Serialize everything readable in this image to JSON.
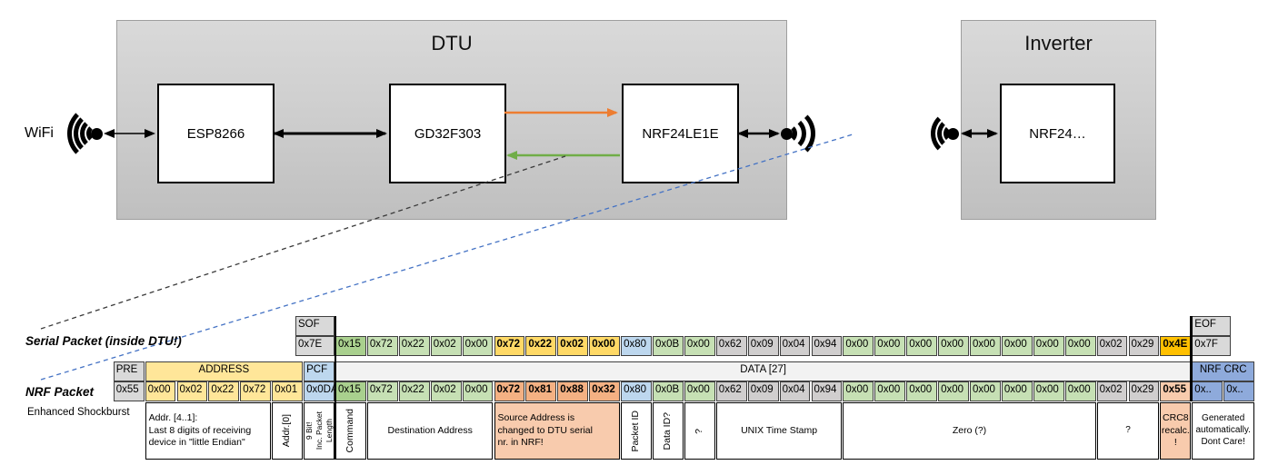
{
  "diagram": {
    "wifi_label": "WiFi",
    "dtu_title": "DTU",
    "inverter_title": "Inverter",
    "chips": {
      "esp": "ESP8266",
      "gd": "GD32F303",
      "nrf_dtu": "NRF24LE1E",
      "nrf_inv": "NRF24…"
    }
  },
  "serial_packet": {
    "label": "Serial Packet (inside DTU!)",
    "sof_header": "SOF",
    "sof": "0x7E",
    "eof_header": "EOF",
    "eof": "0x7F",
    "bytes": [
      {
        "v": "0x15",
        "s": "green_dark"
      },
      {
        "v": "0x72",
        "s": "green"
      },
      {
        "v": "0x22",
        "s": "green"
      },
      {
        "v": "0x02",
        "s": "green"
      },
      {
        "v": "0x00",
        "s": "green"
      },
      {
        "v": "0x72",
        "s": "gold",
        "b": true
      },
      {
        "v": "0x22",
        "s": "gold",
        "b": true
      },
      {
        "v": "0x02",
        "s": "gold",
        "b": true
      },
      {
        "v": "0x00",
        "s": "gold",
        "b": true
      },
      {
        "v": "0x80",
        "s": "blue_light"
      },
      {
        "v": "0x0B",
        "s": "green"
      },
      {
        "v": "0x00",
        "s": "green"
      },
      {
        "v": "0x62",
        "s": "gray_mid"
      },
      {
        "v": "0x09",
        "s": "gray_mid"
      },
      {
        "v": "0x04",
        "s": "gray_mid"
      },
      {
        "v": "0x94",
        "s": "gray_mid"
      },
      {
        "v": "0x00",
        "s": "green"
      },
      {
        "v": "0x00",
        "s": "green"
      },
      {
        "v": "0x00",
        "s": "green"
      },
      {
        "v": "0x00",
        "s": "green"
      },
      {
        "v": "0x00",
        "s": "green"
      },
      {
        "v": "0x00",
        "s": "green"
      },
      {
        "v": "0x00",
        "s": "green"
      },
      {
        "v": "0x00",
        "s": "green"
      },
      {
        "v": "0x02",
        "s": "gray_mid"
      },
      {
        "v": "0x29",
        "s": "gray_mid"
      },
      {
        "v": "0x4E",
        "s": "gold_strong",
        "b": true
      }
    ]
  },
  "nrf_packet": {
    "label": "NRF Packet",
    "sublabel": "Enhanced Shockburst",
    "pre_header": "PRE",
    "pre": "0x55",
    "address_header": "ADDRESS",
    "address": [
      "0x00",
      "0x02",
      "0x22",
      "0x72",
      "0x01"
    ],
    "pcf_header": "PCF",
    "pcf": "0x0DA",
    "data_header": "DATA [27]",
    "bytes": [
      {
        "v": "0x15",
        "s": "green_dark"
      },
      {
        "v": "0x72",
        "s": "green"
      },
      {
        "v": "0x22",
        "s": "green"
      },
      {
        "v": "0x02",
        "s": "green"
      },
      {
        "v": "0x00",
        "s": "green"
      },
      {
        "v": "0x72",
        "s": "salmon",
        "b": true
      },
      {
        "v": "0x81",
        "s": "salmon",
        "b": true
      },
      {
        "v": "0x88",
        "s": "salmon",
        "b": true
      },
      {
        "v": "0x32",
        "s": "salmon",
        "b": true
      },
      {
        "v": "0x80",
        "s": "blue_light"
      },
      {
        "v": "0x0B",
        "s": "green"
      },
      {
        "v": "0x00",
        "s": "green"
      },
      {
        "v": "0x62",
        "s": "gray_mid"
      },
      {
        "v": "0x09",
        "s": "gray_mid"
      },
      {
        "v": "0x04",
        "s": "gray_mid"
      },
      {
        "v": "0x94",
        "s": "gray_mid"
      },
      {
        "v": "0x00",
        "s": "green"
      },
      {
        "v": "0x00",
        "s": "green"
      },
      {
        "v": "0x00",
        "s": "green"
      },
      {
        "v": "0x00",
        "s": "green"
      },
      {
        "v": "0x00",
        "s": "green"
      },
      {
        "v": "0x00",
        "s": "green"
      },
      {
        "v": "0x00",
        "s": "green"
      },
      {
        "v": "0x00",
        "s": "green"
      },
      {
        "v": "0x02",
        "s": "gray_mid"
      },
      {
        "v": "0x29",
        "s": "gray_mid"
      },
      {
        "v": "0x55",
        "s": "salmon_light",
        "b": true
      }
    ],
    "crc_header": "NRF CRC",
    "crc": [
      "0x..",
      "0x.."
    ]
  },
  "annotations": [
    {
      "text": "Addr. [4..1]:\nLast 8 digits of receiving\ndevice in \"little Endian\"",
      "start": 1,
      "span": 4,
      "orient": "h-left",
      "bg": "white"
    },
    {
      "text": "Addr.[0]",
      "start": 5,
      "span": 1,
      "orient": "v"
    },
    {
      "text": "9 Bit!\nInc. Packet\nLength",
      "start": 6,
      "span": 1,
      "orient": "v-small"
    },
    {
      "text": "Command",
      "start": 7,
      "span": 1,
      "orient": "v"
    },
    {
      "text": "Destination Address",
      "start": 8,
      "span": 4,
      "orient": "h"
    },
    {
      "text": "Source Address is\nchanged to DTU serial\nnr. in NRF!",
      "start": 12,
      "span": 4,
      "orient": "h-left",
      "bg": "salmon_light"
    },
    {
      "text": "Packet ID",
      "start": 16,
      "span": 1,
      "orient": "v"
    },
    {
      "text": "Data ID?",
      "start": 17,
      "span": 1,
      "orient": "v"
    },
    {
      "text": "?",
      "start": 18,
      "span": 1,
      "orient": "v"
    },
    {
      "text": "UNIX Time Stamp",
      "start": 19,
      "span": 4,
      "orient": "h"
    },
    {
      "text": "Zero (?)",
      "start": 23,
      "span": 8,
      "orient": "h"
    },
    {
      "text": "?",
      "start": 31,
      "span": 2,
      "orient": "h"
    },
    {
      "text": "CRC8\nrecalc.\n!",
      "start": 33,
      "span": 1,
      "orient": "h",
      "bg": "salmon_light"
    },
    {
      "text": "Generated\nautomatically.\nDont Care!",
      "start": 34,
      "span": 2,
      "orient": "h"
    }
  ],
  "colors": {
    "gray_header": "#d9d9d9",
    "gray_mid": "#d0cece",
    "gray_light": "#f2f2f2",
    "green_dark": "#a9d08e",
    "green": "#c6e0b4",
    "gold": "#ffd966",
    "gold_strong": "#ffc000",
    "yellow": "#ffe699",
    "blue_light": "#bdd7ee",
    "blue_mid": "#8eaadb",
    "salmon": "#f4b183",
    "salmon_light": "#f8cbad",
    "white": "#ffffff",
    "orange_arrow": "#ed7d31",
    "green_arrow": "#70ad47",
    "blue_dash": "#4472c4"
  }
}
